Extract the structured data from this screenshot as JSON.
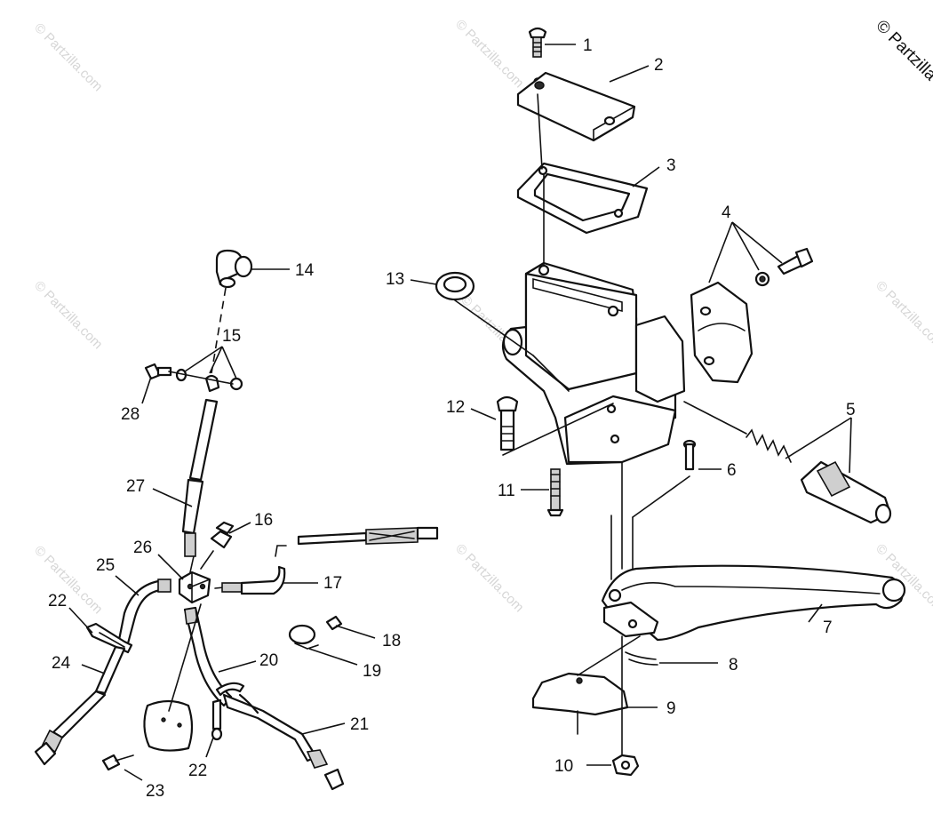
{
  "copyright": "© Partzilla",
  "watermark": "© Partzilla.com",
  "callouts": {
    "c1": "1",
    "c2": "2",
    "c3": "3",
    "c4": "4",
    "c5": "5",
    "c6": "6",
    "c7": "7",
    "c8": "8",
    "c9": "9",
    "c10": "10",
    "c11": "11",
    "c12": "12",
    "c13": "13",
    "c14": "14",
    "c15": "15",
    "c16": "16",
    "c17": "17",
    "c18": "18",
    "c19": "19",
    "c20": "20",
    "c21": "21",
    "c22a": "22",
    "c22b": "22",
    "c23": "23",
    "c24": "24",
    "c25": "25",
    "c26": "26",
    "c27": "27",
    "c28": "28"
  }
}
